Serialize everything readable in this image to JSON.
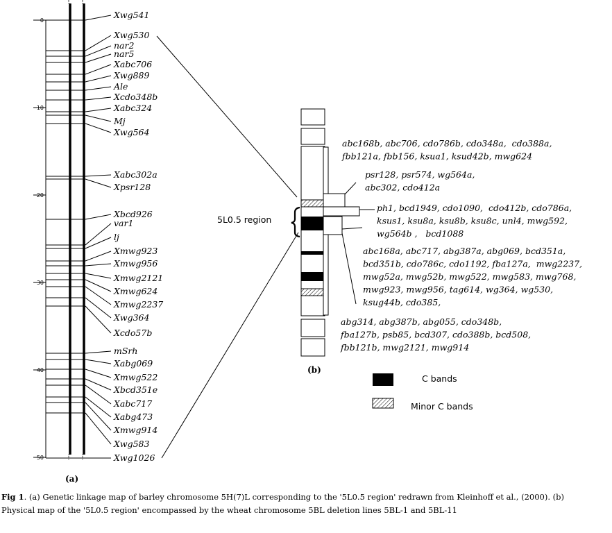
{
  "panel_a": {
    "label": "(a)",
    "scale_ticks": [
      "0",
      "10",
      "20",
      "30",
      "40",
      "50"
    ],
    "markers": [
      "Xwg541",
      "Xwg530",
      "nar2",
      "nar5",
      "Xabc706",
      "Xwg889",
      "Ale",
      "Xcdo348b",
      "Xabc324",
      "Mj",
      "Xwg564",
      "Xabc302a",
      "Xpsr128",
      "Xbcd926",
      "var1",
      "lj",
      "Xmwg923",
      "Xmwg956",
      "Xmwg2121",
      "Xmwg624",
      "Xmwg2237",
      "Xwg364",
      "Xcdo57b",
      "mSrh",
      "Xabg069",
      "Xmwg522",
      "Xbcd351e",
      "Xabc717",
      "Xabg473",
      "Xmwg914",
      "Xwg583",
      "Xwg1026"
    ]
  },
  "panel_b": {
    "label": "(b)",
    "region_label": "5L0.5 region",
    "group_lines": [
      [
        "abc168b, abc706, cdo786b, cdo348a,  cdo388a,",
        "fbb121a, fbb156, ksua1, ksud42b, mwg624"
      ],
      [
        "psr128, psr574, wg564a,",
        "abc302, cdo412a"
      ],
      [
        "ph1, bcd1949, cdo1090,  cdo412b, cdo786a,",
        "ksus1, ksu8a, ksu8b, ksu8c, unl4, mwg592,",
        "wg564b ,   bcd1088"
      ],
      [
        "abc168a, abc717, abg387a, abg069, bcd351a,",
        "bcd351b, cdo786c, cdo1192, fba127a,  mwg2237,",
        "mwg52a, mwg52b, mwg522, mwg583, mwg768,",
        "mwg923, mwg956, tag614, wg364, wg530,",
        "ksug44b, cdo385,"
      ],
      [
        "abg314, abg387b, abg055, cdo348b,",
        "fba127b, psb85, bcd307, cdo388b, bcd508,",
        "fbb121b, mwg2121, mwg914"
      ]
    ]
  },
  "legend": {
    "c_bands": "C bands",
    "minor_c_bands": "Minor C bands"
  },
  "caption": {
    "fig_label": "Fig 1",
    "text": ".  (a) Genetic linkage map of barley  chromosome 5H(7)L corresponding to the '5L0.5 region'  redrawn from Kleinhoff et al., (2000). (b) Physical map of the '5L0.5 region'  encompassed by the wheat chromosome 5BL deletion lines 5BL-1 and 5BL-11"
  },
  "colors": {
    "ink": "#000000",
    "background": "#ffffff"
  }
}
